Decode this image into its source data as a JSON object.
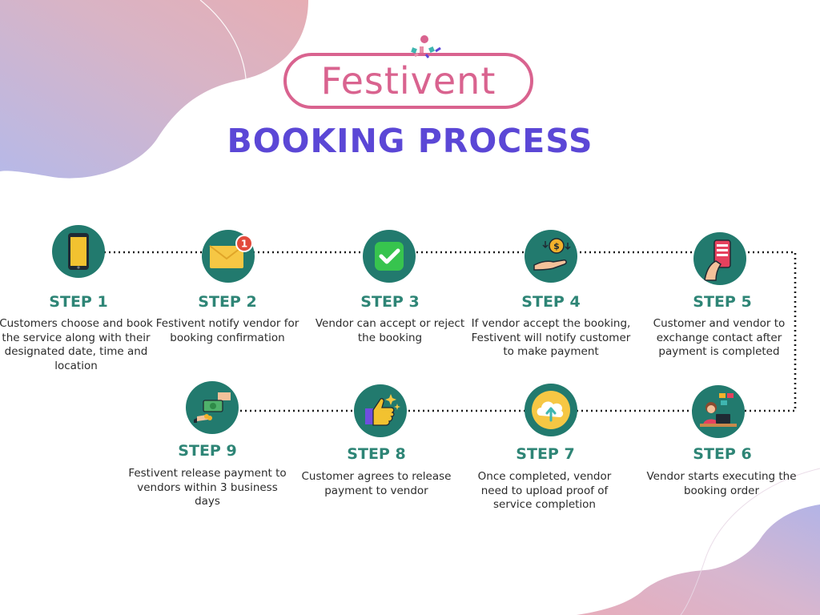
{
  "logo": {
    "text": "Festivent"
  },
  "title": "BOOKING PROCESS",
  "colors": {
    "title": "#5b47d6",
    "logo": "#d9638f",
    "step_label": "#2e8576",
    "icon_bg": "#227a6e",
    "connector": "#1a1a1a"
  },
  "steps": [
    {
      "label": "STEP 1",
      "description": "Customers choose and book the service along with their designated date, time and location",
      "icon": "smartphone-icon"
    },
    {
      "label": "STEP 2",
      "description": "Festivent notify vendor for booking confirmation",
      "icon": "envelope-notification-icon",
      "badge": "1"
    },
    {
      "label": "STEP 3",
      "description": "Vendor can accept or reject the booking",
      "icon": "checkmark-icon"
    },
    {
      "label": "STEP 4",
      "description": "If vendor accept the booking, Festivent will notify customer to make payment",
      "icon": "hand-coin-icon"
    },
    {
      "label": "STEP 5",
      "description": "Customer and vendor to exchange contact after payment is completed",
      "icon": "hand-phone-icon"
    },
    {
      "label": "STEP 6",
      "description": "Vendor starts executing the booking order",
      "icon": "person-at-desk-icon"
    },
    {
      "label": "STEP 7",
      "description": "Once completed, vendor need to upload proof of service completion",
      "icon": "cloud-upload-icon"
    },
    {
      "label": "STEP 8",
      "description": "Customer agrees to release payment to vendor",
      "icon": "thumbs-up-icon"
    },
    {
      "label": "STEP 9",
      "description": "Festivent release payment to vendors within 3 business days",
      "icon": "money-handover-icon"
    }
  ]
}
